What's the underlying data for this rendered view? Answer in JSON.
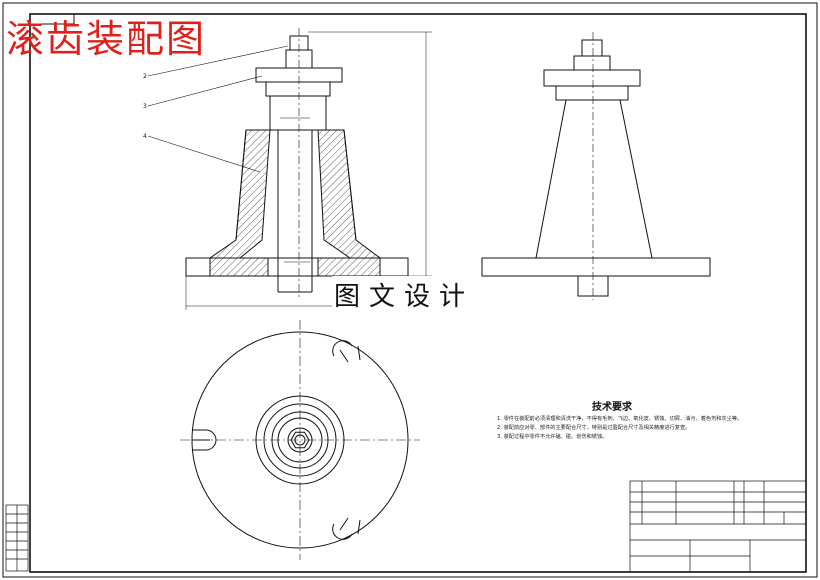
{
  "title_overlay": "滚齿装配图",
  "watermark": "图文设计",
  "tech_requirements": {
    "title": "技术要求",
    "notes": [
      "1. 零件在装配前必须清理和清洗干净，不得有毛刺、飞边、氧化皮、锈蚀、切屑、油污、着色剂和灰尘等。",
      "2. 装配前应对零、部件的主要配合尺寸，特别是过盈配合尺寸及相关精度进行复查。",
      "3. 装配过程中零件不允许磕、碰、划伤和锈蚀。"
    ]
  },
  "part_labels": [
    "2",
    "3",
    "4"
  ],
  "colors": {
    "title_red": "#e0201b",
    "line": "#111111",
    "hatch": "#333333"
  }
}
